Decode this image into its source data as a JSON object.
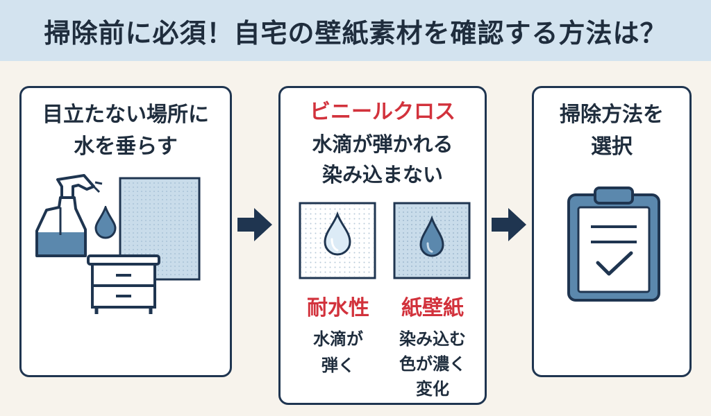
{
  "title": "掃除前に必須！自宅の壁紙素材を確認する方法は？",
  "steps": [
    {
      "line1": "目立たない場所に",
      "line2": "水を垂らす"
    },
    {
      "heading": "ビニールクロス",
      "line1": "水滴が弾かれる",
      "line2": "染み込まない",
      "left_label": "耐水性",
      "left_desc1": "水滴が",
      "left_desc2": "弾く",
      "right_label": "紙壁紙",
      "right_desc1": "染み込む",
      "right_desc2": "色が濃く",
      "right_desc3": "変化"
    },
    {
      "line1": "掃除方法を",
      "line2": "選択"
    }
  ],
  "colors": {
    "navy": "#1f3550",
    "accent_red": "#d2323c",
    "light_blue": "#c9dcea",
    "mid_blue": "#5b88ad",
    "title_bg": "#d3e3ef",
    "page_bg": "#f7f3ec"
  },
  "icons": [
    "spray-bottle-icon",
    "water-drop-icon",
    "wallpaper-panel-icon",
    "cabinet-icon",
    "clipboard-check-icon",
    "arrow-right-icon"
  ]
}
